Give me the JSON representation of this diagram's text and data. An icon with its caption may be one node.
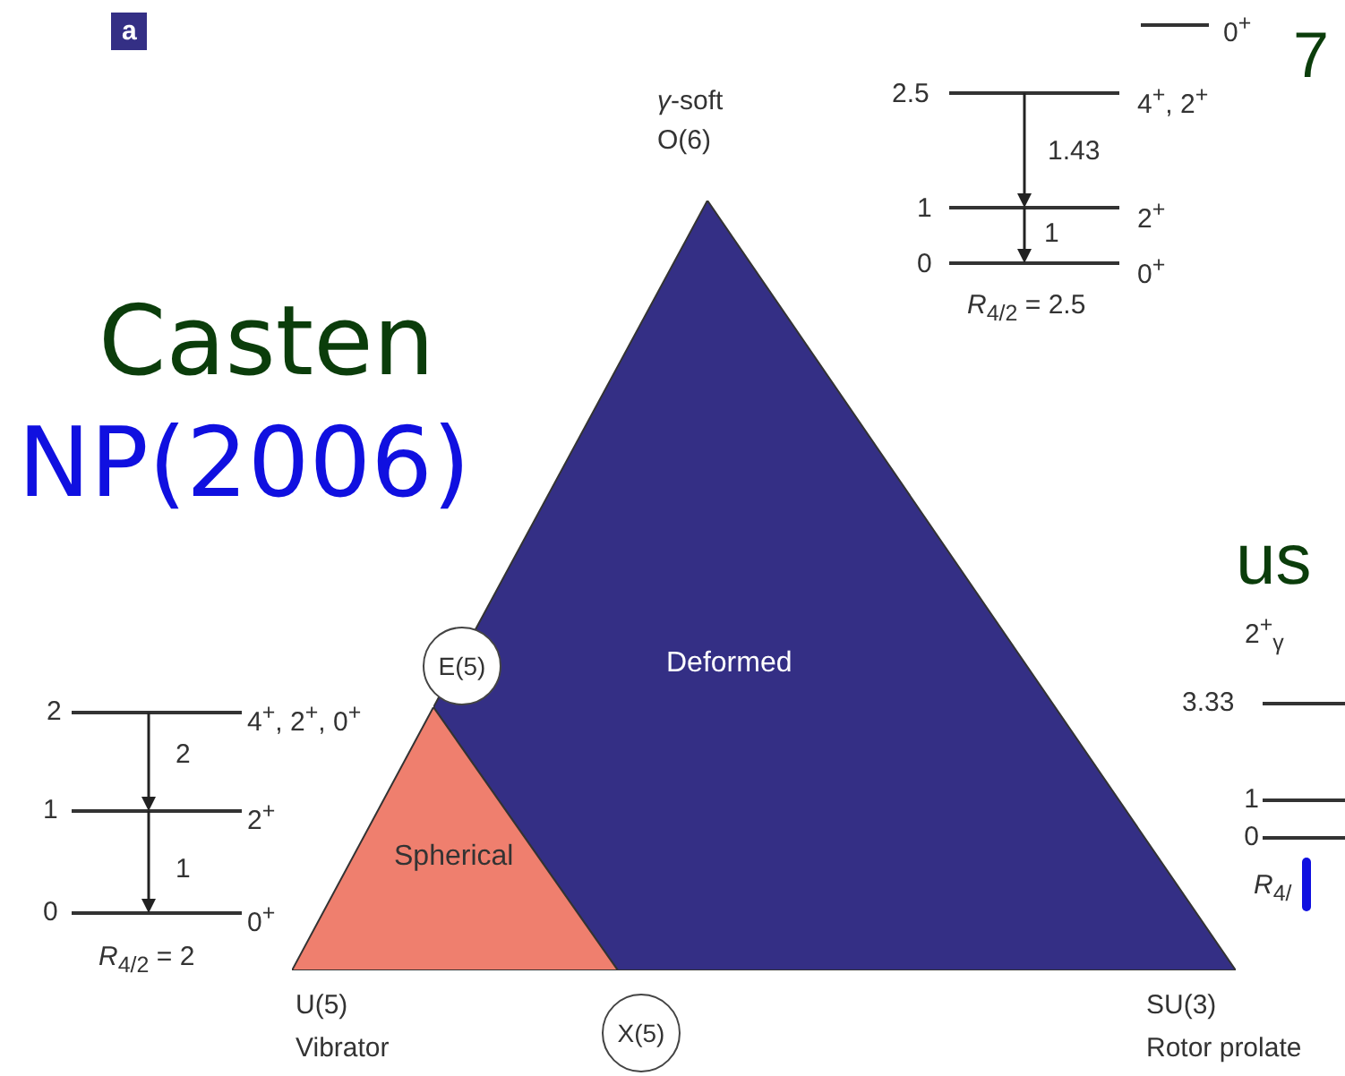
{
  "diagram": {
    "nodes": [
      {
        "text": [
          "Deformed"
        ]
      },
      {
        "text": [
          "Spherical"
        ]
      },
      {
        "text": [
          "E(5)"
        ]
      },
      {
        "text": [
          "X(5)"
        ]
      }
    ],
    "edges": [],
    "labels": [
      "a",
      "0$^{+}$",
      "7",
      "*γ*-soft",
      "O(6)",
      "2.5",
      "4$^{+}$, 2$^{+}$",
      "1.43",
      "1",
      "2$^{+}$",
      "1",
      "0",
      "0$^{+}$",
      "*R*$_{4/2}$ = 2.5",
      "Casten",
      "NP(2006)",
      "us",
      "2$^{+}$$_{γ}$",
      "2",
      "4$^{+}$, 2$^{+}$, 0$^{+}$",
      "2",
      "3.33",
      "1",
      "2$^{+}$",
      "1",
      "0",
      "1",
      "0",
      "0$^{+}$",
      "*R*$_{4/}$",
      "*R*$_{4/2}$ = 2",
      "U(5)",
      "Vibrator",
      "SU(3)",
      "Rotor prolate"
    ]
  }
}
